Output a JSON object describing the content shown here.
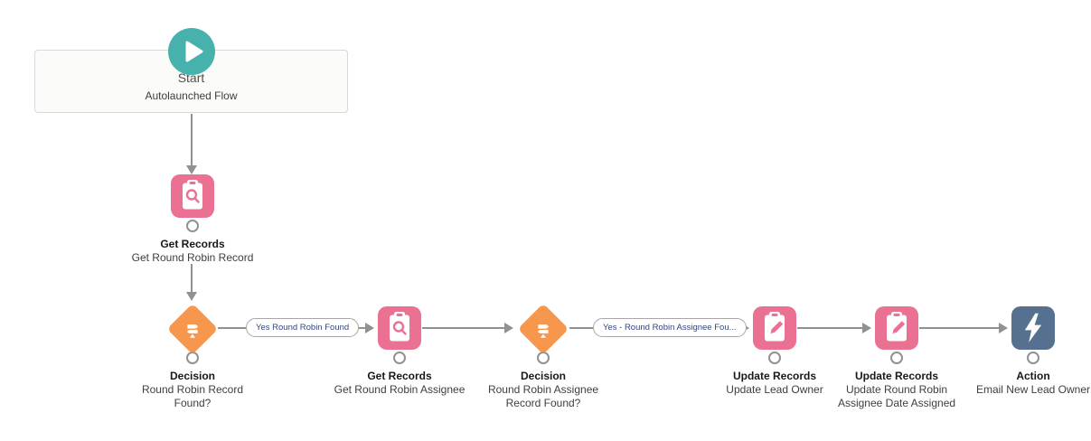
{
  "colors": {
    "canvas_bg": "#ffffff",
    "start_teal": "#47b2ac",
    "data_pink": "#ea7191",
    "decision_orange": "#f7974e",
    "action_navy": "#56708f",
    "connector": "#919191",
    "node_title_text": "#181818",
    "node_label_text": "#3e3e3c",
    "pill_text": "#32477a",
    "pill_border": "#a8a7a5",
    "card_bg": "#fbfbfa",
    "card_border": "#d9d9d7"
  },
  "start": {
    "title": "Start",
    "subtitle": "Autolaunched Flow",
    "icon": "play-icon"
  },
  "nodes": [
    {
      "type": "get-records",
      "icon": "clipboard-search-icon",
      "title": "Get Records",
      "lines": [
        "Get Round Robin Record"
      ]
    },
    {
      "type": "decision",
      "icon": "signpost-icon",
      "title": "Decision",
      "lines": [
        "Round Robin Record",
        "Found?"
      ]
    },
    {
      "type": "get-records",
      "icon": "clipboard-search-icon",
      "title": "Get Records",
      "lines": [
        "Get Round Robin Assignee"
      ]
    },
    {
      "type": "decision",
      "icon": "signpost-icon",
      "title": "Decision",
      "lines": [
        "Round Robin Assignee",
        "Record Found?"
      ]
    },
    {
      "type": "update-records",
      "icon": "clipboard-pencil-icon",
      "title": "Update Records",
      "lines": [
        "Update Lead Owner"
      ]
    },
    {
      "type": "update-records",
      "icon": "clipboard-pencil-icon",
      "title": "Update Records",
      "lines": [
        "Update Round Robin",
        "Assignee Date Assigned"
      ]
    },
    {
      "type": "action",
      "icon": "lightning-icon",
      "title": "Action",
      "lines": [
        "Email New Lead Owner"
      ]
    }
  ],
  "connector_labels": [
    {
      "label": "Yes Round Robin Found"
    },
    {
      "label": "Yes - Round Robin Assignee Fou..."
    }
  ]
}
